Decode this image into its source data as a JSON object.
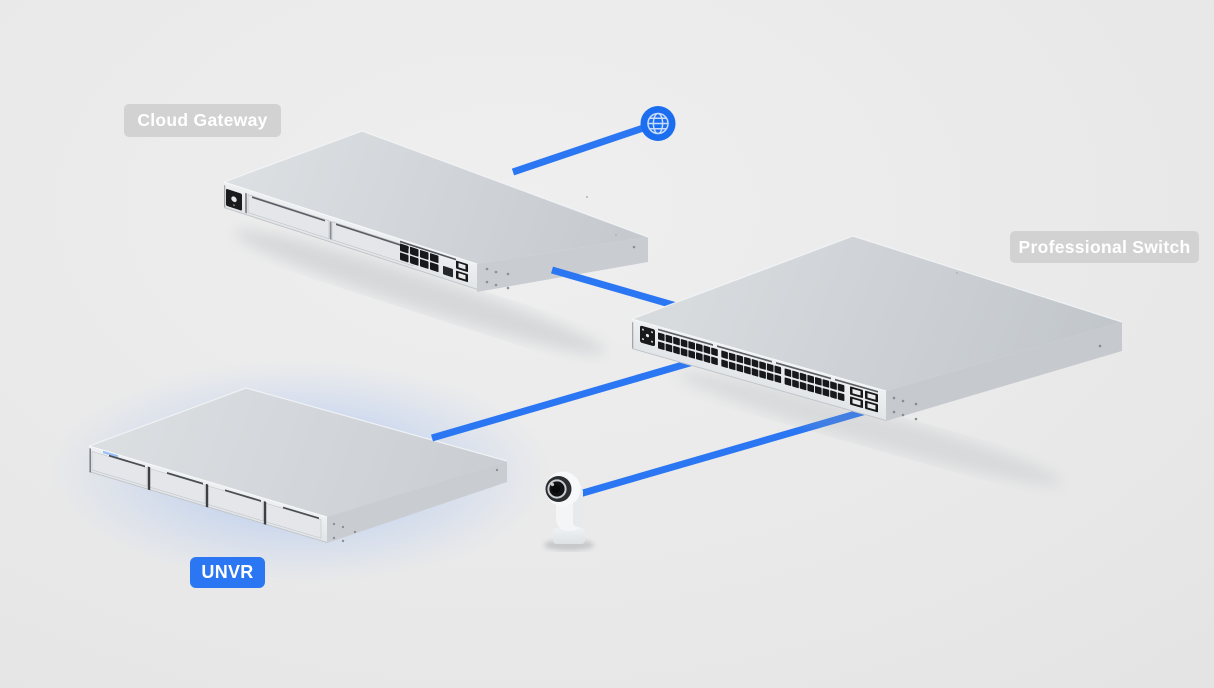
{
  "diagram": {
    "kind": "network-topology",
    "background_color": "#e8e8e8",
    "accent_color": "#2b76f2",
    "globe_color": "#1b6ef0",
    "gray_badge_color": "#d2d2d2",
    "badge_text_color": "#ffffff",
    "highlight_glow_color": "#86abf3"
  },
  "devices": [
    {
      "id": "cloud-gateway",
      "label": "Cloud Gateway",
      "badge": "gray",
      "highlighted": false
    },
    {
      "id": "professional-switch",
      "label": "Professional Switch",
      "badge": "gray",
      "highlighted": false
    },
    {
      "id": "unvr",
      "label": "UNVR",
      "badge": "blue",
      "highlighted": true
    },
    {
      "id": "camera",
      "badge": "none",
      "highlighted": false
    },
    {
      "id": "internet",
      "badge": "none",
      "icon": "globe-icon"
    }
  ],
  "connections": [
    {
      "from": "internet",
      "to": "cloud-gateway"
    },
    {
      "from": "cloud-gateway",
      "to": "professional-switch"
    },
    {
      "from": "professional-switch",
      "to": "unvr"
    },
    {
      "from": "professional-switch",
      "to": "camera"
    }
  ]
}
